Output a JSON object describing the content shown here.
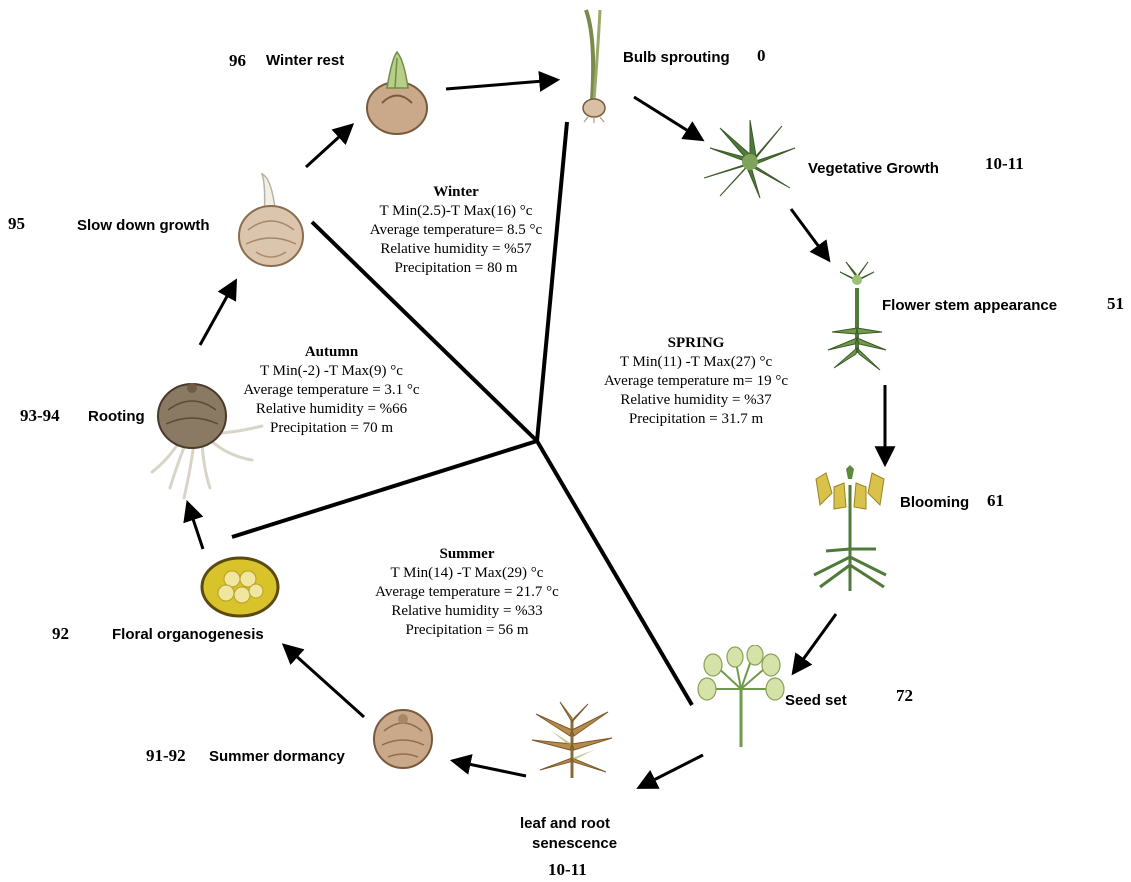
{
  "stages": {
    "bulb_sprouting": {
      "label": "Bulb sprouting",
      "code": "0"
    },
    "vegetative_growth": {
      "label": "Vegetative Growth",
      "code": "10-11"
    },
    "flower_stem": {
      "label": "Flower stem appearance",
      "code": "51"
    },
    "blooming": {
      "label": "Blooming",
      "code": "61"
    },
    "seed_set": {
      "label": "Seed set",
      "code": "72"
    },
    "senescence": {
      "label_line1": "leaf and root",
      "label_line2": "senescence",
      "code": "10-11"
    },
    "summer_dormancy": {
      "label": "Summer dormancy",
      "code": "91-92"
    },
    "floral_organogenesis": {
      "label": "Floral organogenesis",
      "code": "92"
    },
    "rooting": {
      "label": "Rooting",
      "code": "93-94"
    },
    "slow_down": {
      "label": "Slow down growth",
      "code": "95"
    },
    "winter_rest": {
      "label": "Winter rest",
      "code": "96"
    }
  },
  "seasons": {
    "winter": {
      "title": "Winter",
      "lines": [
        "T Min(2.5)-T Max(16) °c",
        "Average temperature= 8.5 °c",
        "Relative humidity = %57",
        "Precipitation = 80 m"
      ]
    },
    "spring": {
      "title": "SPRING",
      "lines": [
        "T Min(11) -T Max(27) °c",
        "Average temperature m= 19 °c",
        "Relative humidity = %37",
        "Precipitation = 31.7 m"
      ]
    },
    "autumn": {
      "title": "Autumn",
      "lines": [
        "T Min(-2) -T Max(9) °c",
        "Average temperature = 3.1 °c",
        "Relative humidity = %66",
        "Precipitation = 70 m"
      ]
    },
    "summer": {
      "title": "Summer",
      "lines": [
        "T Min(14) -T Max(29) °c",
        "Average temperature = 21.7 °c",
        "Relative humidity = %33",
        "Precipitation = 56 m"
      ]
    }
  },
  "colors": {
    "bulb_skin": "#c9a98a",
    "bulb_dark": "#7a5a3e",
    "leaf_green": "#4f7a3a",
    "flower_yellow": "#d8c24a",
    "seed_pod": "#d6e3a8",
    "organ_yellow": "#d9c32a",
    "dry_leaf": "#b98a4a"
  }
}
